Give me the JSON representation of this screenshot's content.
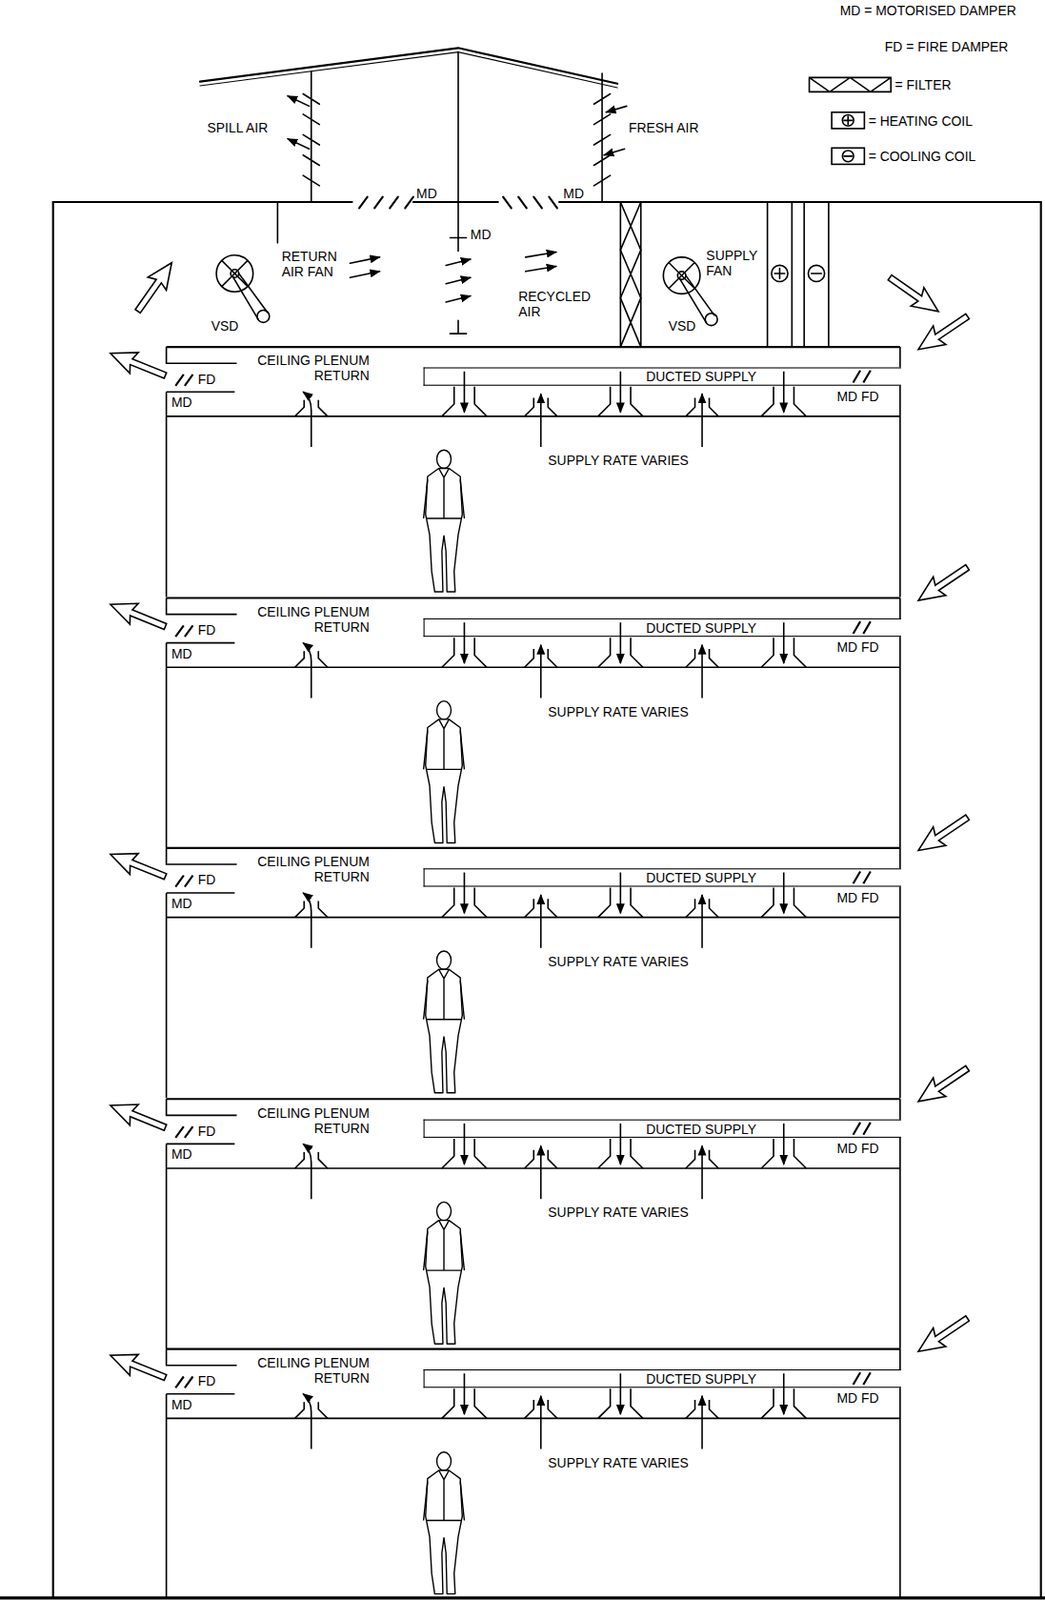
{
  "diagram": {
    "nodes": [
      {
        "text": [
          "DUCTED SUPPLY"
        ]
      },
      {
        "text": [
          "DUCTED SUPPLY"
        ]
      },
      {
        "text": [
          "DUCTED SUPPLY"
        ]
      },
      {
        "text": [
          "DUCTED SUPPLY"
        ]
      },
      {
        "text": [
          "DUCTED SUPPLY"
        ]
      }
    ],
    "labels": [
      "SPILL AIR",
      "FRESH AIR",
      "MD",
      "MD",
      "MD",
      "RETURN AIR FAN",
      "RECYCLED AIR",
      "SUPPLY FAN",
      "VSD",
      "VSD",
      "CEILING PLENUM RETURN",
      "FD",
      "MD",
      "MD FD",
      "SUPPLY RATE VARIES",
      "CEILING PLENUM RETURN",
      "FD",
      "MD",
      "MD FD",
      "SUPPLY RATE VARIES",
      "CEILING PLENUM RETURN",
      "FD",
      "MD",
      "MD FD",
      "SUPPLY RATE VARIES",
      "CEILING PLENUM RETURN",
      "FD",
      "MD",
      "MD FD",
      "SUPPLY RATE VARIES",
      "CEILING PLENUM RETURN",
      "FD",
      "MD",
      "MD FD",
      "SUPPLY RATE VARIES"
    ],
    "legend": [
      {
        "text": "MD = MOTORISED DAMPER"
      },
      {
        "text": "FD = FIRE DAMPER"
      },
      {
        "text": "= FILTER"
      },
      {
        "text": "= HEATING COIL"
      },
      {
        "text": "= COOLING COIL"
      }
    ]
  }
}
